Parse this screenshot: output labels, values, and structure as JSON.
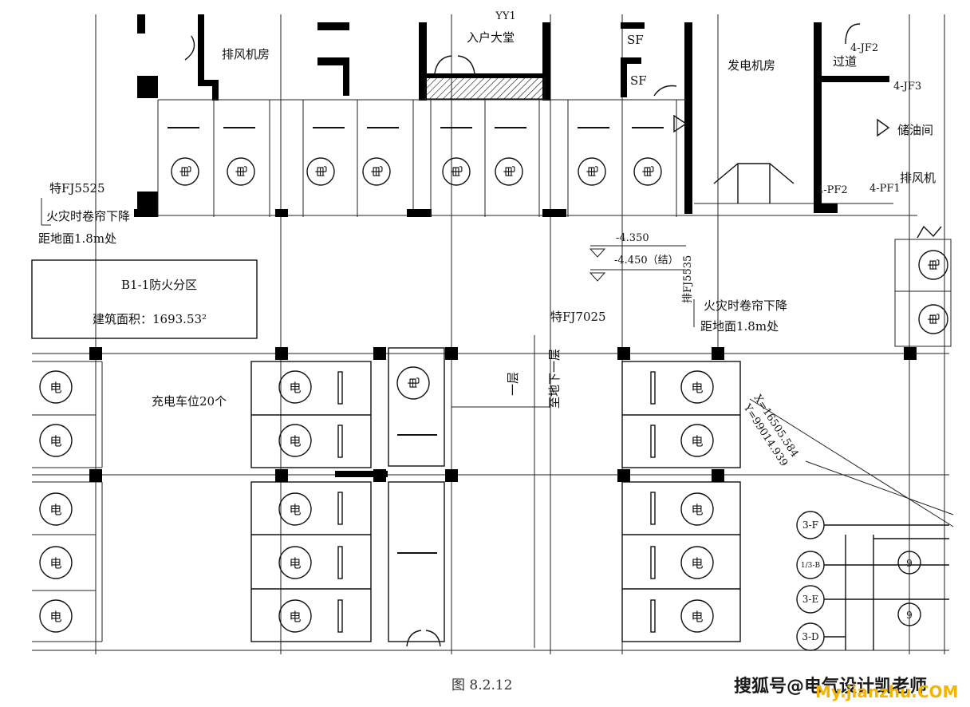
{
  "rooms": {
    "exhaust_fan_room": "排风机房",
    "entrance_hall": "入户大堂",
    "generator_room": "发电机房",
    "passage": "过道",
    "oil_storage": "储油间",
    "exhaust_fan": "排风机",
    "sf_upper": "SF",
    "sf_lower": "SF",
    "mark_top": "YY1"
  },
  "equipment_tags": {
    "jf2": "4-JF2",
    "jf3": "4-JF3",
    "pf2": "4-PF2",
    "pf1": "4-PF1"
  },
  "annotations": {
    "fj5525": "特FJ5525",
    "shutter_note_left_1": "火灾时卷帘下降",
    "shutter_note_left_2": "距地面1.8m处",
    "shutter_note_right_1": "火灾时卷帘下降",
    "shutter_note_right_2": "距地面1.8m处",
    "fj7025": "特FJ7025",
    "fj5535": "排FJ5535",
    "level_1": "-4.350",
    "level_2": "-4.450（结）",
    "stair_up": "一层",
    "stair_down": "至地下一层",
    "charging_spaces": "充电车位20个",
    "coord_x": "X=16505.584",
    "coord_y": "Y=99014.939"
  },
  "zone_box": {
    "title": "B1-1防火分区",
    "area": "建筑面积：1693.53²"
  },
  "ev_symbol": "电",
  "axis_tags": [
    "3-F",
    "1/3-B",
    "3-E",
    "3-D"
  ],
  "axis_marks": [
    "9"
  ],
  "figure_caption": "图 8.2.12",
  "watermark": {
    "text": "搜狐号@电气设计凯老师",
    "overlay": "My.jianzhu.COM"
  }
}
